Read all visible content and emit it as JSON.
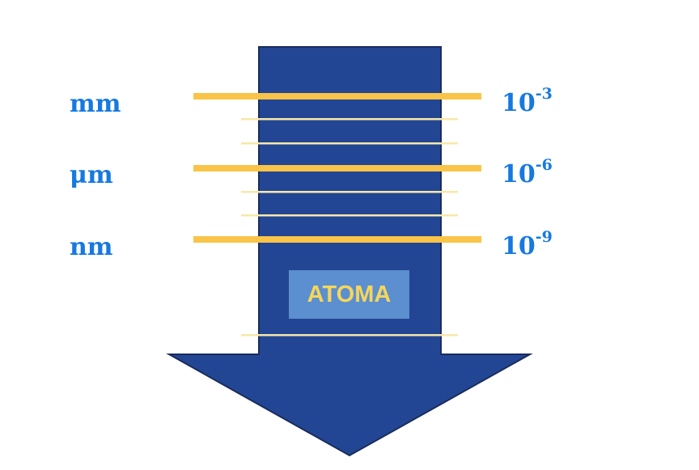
{
  "colors": {
    "arrow": "#234694",
    "arrow_outline": "#1a2c5c",
    "major_line": "#f9c447",
    "minor_line": "#f7e8a8",
    "label_blue": "#1679e0",
    "atoma_box": "#5b8fcf",
    "atoma_text": "#f6d65a"
  },
  "scale": {
    "levels": [
      {
        "unit": "mm",
        "base": "10",
        "exponent": "-3"
      },
      {
        "unit": "μm",
        "base": "10",
        "exponent": "-6"
      },
      {
        "unit": "nm",
        "base": "10",
        "exponent": "-9"
      }
    ]
  },
  "atoma_label": "ATOMA"
}
